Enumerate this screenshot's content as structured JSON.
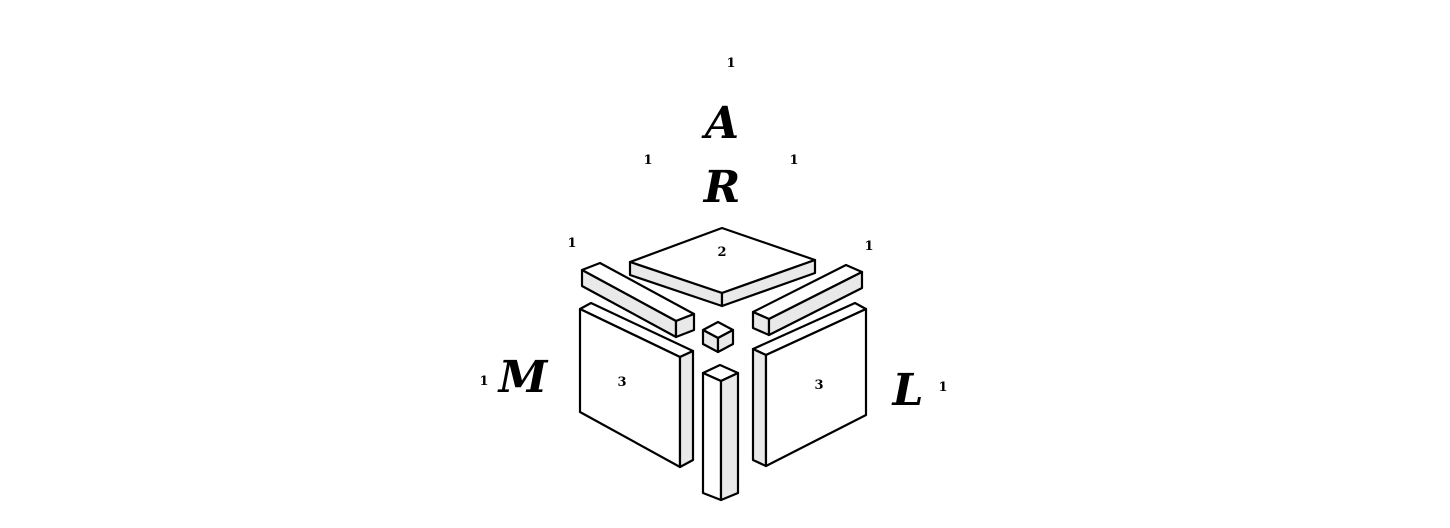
{
  "letters": {
    "a": "A",
    "r": "R",
    "m": "M",
    "l": "L"
  },
  "numbers": {
    "top_a": "1",
    "r_left": "1",
    "r_right": "1",
    "bar_left": "1",
    "bar_right": "1",
    "m_side": "1",
    "l_side": "1",
    "top_block": "2",
    "left_block": "3",
    "right_block": "3"
  }
}
